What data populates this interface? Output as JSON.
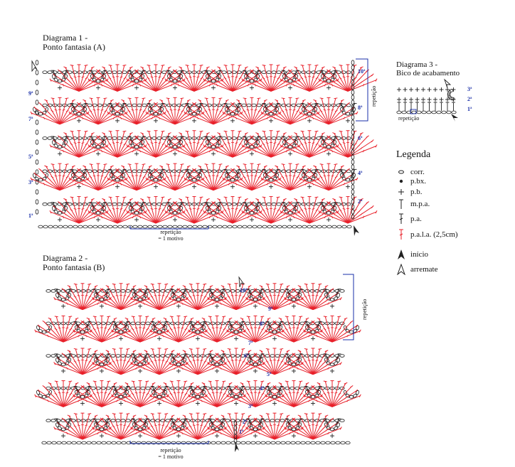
{
  "diagram1": {
    "title_line1": "Diagrama 1 -",
    "title_line2": "Ponto fantasia (A)",
    "rows": [
      "1ª",
      "2ª",
      "3ª",
      "4ª",
      "5ª",
      "6ª",
      "7ª",
      "8ª",
      "9ª",
      "10ª"
    ],
    "repeat_bottom": "repetição",
    "repeat_bottom2": "= 1 motivo",
    "repeat_side": "repetição"
  },
  "diagram2": {
    "title_line1": "Diagrama 2 -",
    "title_line2": "Ponto fantasia (B)",
    "rows": [
      "1ª",
      "2ª",
      "3ª",
      "4ª",
      "5ª",
      "6ª",
      "7ª",
      "8ª",
      "9ª",
      "10ª"
    ],
    "repeat_bottom": "repetição",
    "repeat_bottom2": "= 1 motivo",
    "repeat_side": "repetição"
  },
  "diagram3": {
    "title_line1": "Diagrama 3 -",
    "title_line2": "Bico de acabamento",
    "rows": [
      "1ª",
      "2ª",
      "3ª"
    ],
    "repeat_bottom": "repetição"
  },
  "legend": {
    "title": "Legenda",
    "items": [
      {
        "icon": "chain-stitch-icon",
        "label": "corr."
      },
      {
        "icon": "slip-stitch-icon",
        "label": "p.bx."
      },
      {
        "icon": "single-crochet-icon",
        "label": "p.b."
      },
      {
        "icon": "half-double-crochet-icon",
        "label": "m.p.a."
      },
      {
        "icon": "double-crochet-icon",
        "label": "p.a."
      },
      {
        "icon": "elongated-double-crochet-icon",
        "label": "p.a.l.a. (2,5cm)"
      },
      {
        "icon": "start-arrow-icon",
        "label": "início"
      },
      {
        "icon": "finish-arrow-icon",
        "label": "arremate"
      }
    ]
  },
  "colors": {
    "stitch_red": "#e8202a",
    "stitch_black": "#222222",
    "label_blue": "#1a2fa8"
  }
}
